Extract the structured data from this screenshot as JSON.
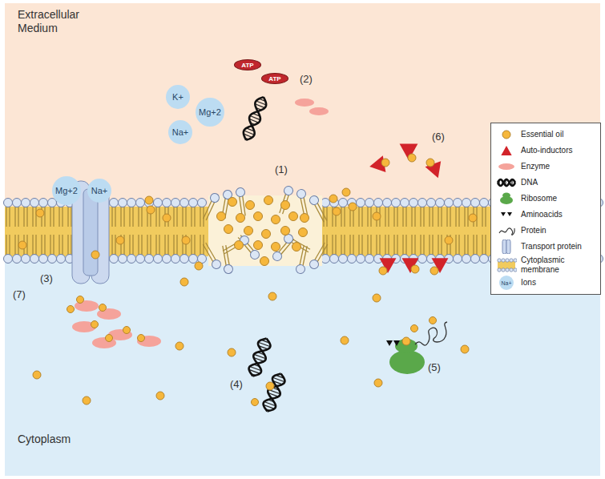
{
  "diagram": {
    "nodes": [
      {
        "text": [
          "ATP"
        ]
      },
      {
        "text": [
          "ATP"
        ]
      },
      {
        "text": [
          "K+"
        ]
      },
      {
        "text": [
          "Mg+2"
        ]
      },
      {
        "text": [
          "Na+"
        ]
      },
      {
        "text": [
          "Mg+2"
        ]
      },
      {
        "text": [
          "Na+"
        ]
      }
    ],
    "labels": [
      "Extracellular Medium",
      "Cytoplasm",
      "(1)",
      "(2)",
      "(3)",
      "(4)",
      "(5)",
      "(6)",
      "(7)",
      "Na+"
    ],
    "legend": [
      {
        "text": "Essential oil"
      },
      {
        "text": "Auto-inductors"
      },
      {
        "text": "Enzyme"
      },
      {
        "text": "DNA"
      },
      {
        "text": "Ribosome"
      },
      {
        "text": "Aminoacids"
      },
      {
        "text": "Protein"
      },
      {
        "text": "Transport protein"
      },
      {
        "text": "Cytoplasmic membrane"
      },
      {
        "text": "Ions"
      }
    ]
  }
}
